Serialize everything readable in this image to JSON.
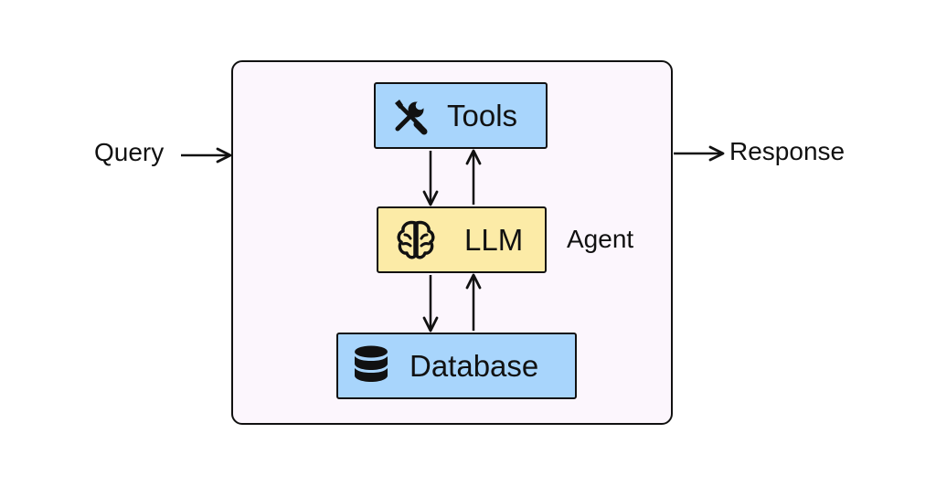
{
  "labels": {
    "query": "Query",
    "response": "Response",
    "agent": "Agent"
  },
  "nodes": {
    "tools": {
      "label": "Tools",
      "icon": "tools-icon",
      "color": "#A8D5FC"
    },
    "llm": {
      "label": "LLM",
      "icon": "brain-icon",
      "color": "#FCEBA7"
    },
    "database": {
      "label": "Database",
      "icon": "database-icon",
      "color": "#A8D5FC"
    }
  },
  "agent_frame": {
    "color": "#FCF6FD"
  }
}
